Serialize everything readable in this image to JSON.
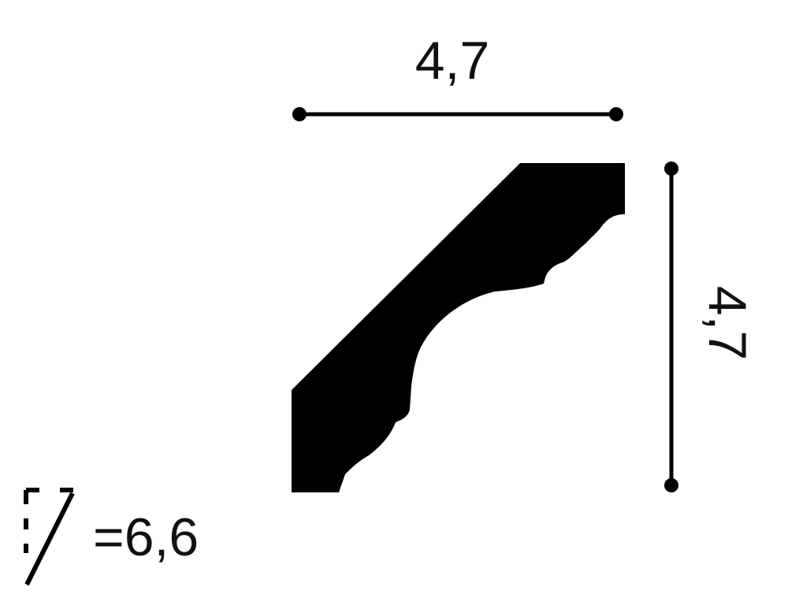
{
  "dimensions": {
    "width_label": "4,7",
    "height_label": "4,7",
    "diagonal_label": "=6,6"
  },
  "colors": {
    "ink": "#000000",
    "text": "#111111",
    "background": "#ffffff"
  },
  "icons": {
    "diagonal": "diagonal-measure-icon"
  }
}
